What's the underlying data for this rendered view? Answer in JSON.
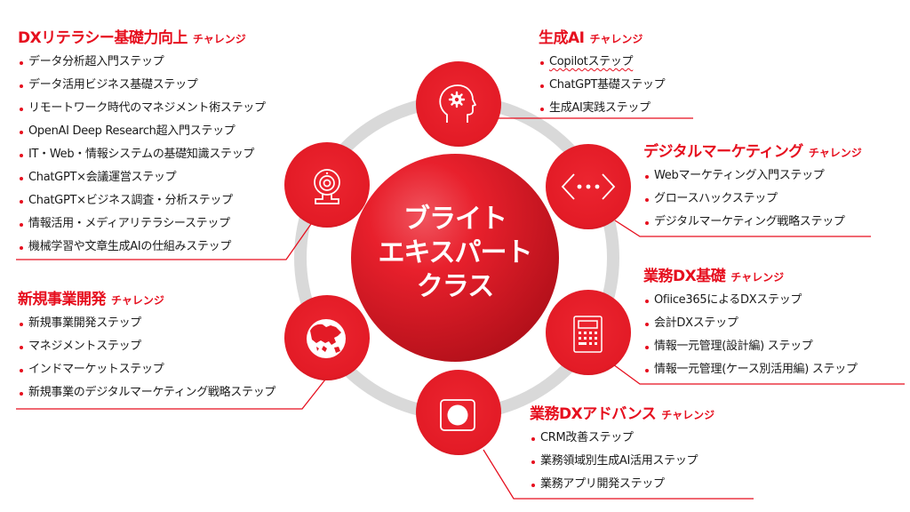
{
  "center": {
    "lines": [
      "ブライト",
      "エキスパート",
      "クラス"
    ]
  },
  "colors": {
    "accent": "#e60f1e",
    "ring": "#d9d9d9",
    "text": "#1a1a1a"
  },
  "challenges": [
    {
      "title": "DXリテラシー基礎力向上",
      "suffix": "チャレンジ",
      "icon": "webcam-icon",
      "steps": [
        "データ分析超入門ステップ",
        "データ活用ビジネス基礎ステップ",
        "リモートワーク時代のマネジメント術ステップ",
        "OpenAI Deep Research超入門ステップ",
        "IT・Web・情報システムの基礎知識ステップ",
        "ChatGPT×会議運営ステップ",
        "ChatGPT×ビジネス調査・分析ステップ",
        "情報活用・メディアリテラシーステップ",
        "機械学習や文章生成AIの仕組みステップ"
      ]
    },
    {
      "title": "新規事業開発",
      "suffix": "チャレンジ",
      "icon": "globe-icon",
      "steps": [
        "新規事業開発ステップ",
        "マネジメントステップ",
        "インドマーケットステップ",
        "新規事業のデジタルマーケティング戦略ステップ"
      ]
    },
    {
      "title": "生成AI",
      "suffix": "チャレンジ",
      "icon": "head-gear-icon",
      "steps": [
        "Copilotステップ",
        "ChatGPT基礎ステップ",
        "生成AI実践ステップ"
      ]
    },
    {
      "title": "デジタルマーケティング",
      "suffix": "チャレンジ",
      "icon": "code-brackets-icon",
      "steps": [
        "Webマーケティング入門ステップ",
        "グロースハックステップ",
        "デジタルマーケティング戦略ステップ"
      ]
    },
    {
      "title": "業務DX基礎",
      "suffix": "チャレンジ",
      "icon": "calculator-icon",
      "steps": [
        "Ofiice365によるDXステップ",
        "会計DXステップ",
        "情報一元管理(設計編) ステップ",
        "情報一元管理(ケース別活用編) ステップ"
      ]
    },
    {
      "title": "業務DXアドバンス",
      "suffix": "チャレンジ",
      "icon": "record-button-icon",
      "steps": [
        "CRM改善ステップ",
        "業務領域別生成AI活用ステップ",
        "業務アプリ開発ステップ"
      ]
    }
  ]
}
